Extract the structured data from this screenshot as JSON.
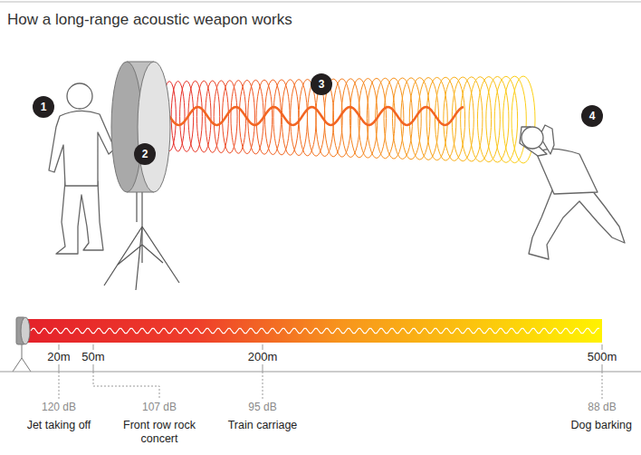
{
  "diagram": {
    "title": "How a long-range acoustic weapon works",
    "labels": [
      "1",
      "2",
      "3",
      "4",
      "20m",
      "50m",
      "200m",
      "500m",
      "120 dB",
      "Jet taking off",
      "107 dB",
      "Front row rock concert",
      "95 dB",
      "Train carriage",
      "88 dB",
      "Dog barking"
    ]
  }
}
